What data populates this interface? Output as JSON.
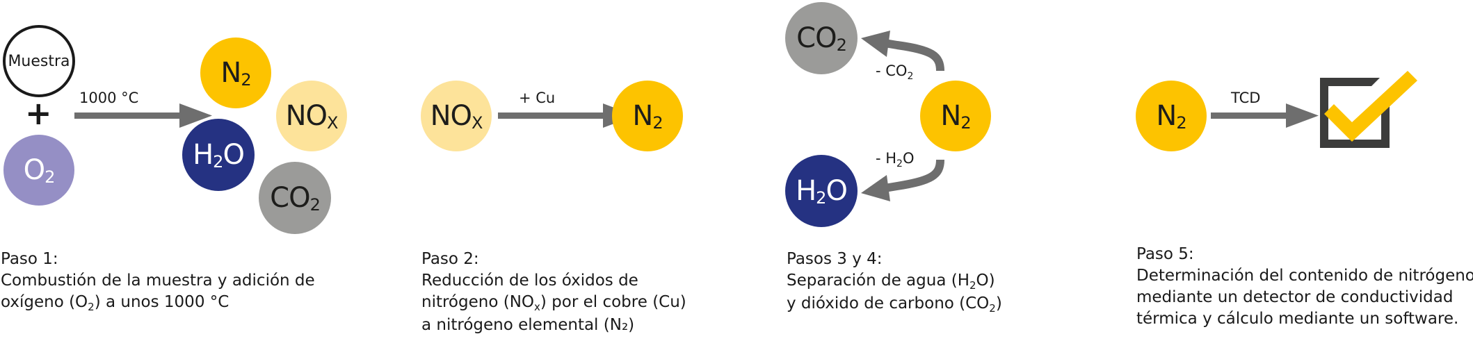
{
  "step1": {
    "sample": "Muestra",
    "plus": "+",
    "o2": {
      "base": "O",
      "sub": "2"
    },
    "arrow_label": "1000 °C",
    "n2": {
      "base": "N",
      "sub": "2"
    },
    "nox": {
      "base": "NO",
      "sub": "X"
    },
    "h2o": {
      "a": "H",
      "sub": "2",
      "b": "O"
    },
    "co2": {
      "base": "CO",
      "sub": "2"
    },
    "title": "Paso 1:",
    "line1": "Combustión de la muestra y adición de",
    "line2a": "oxígeno (O",
    "line2sub": "2",
    "line2b": ") a unos 1000 °C"
  },
  "step2": {
    "nox": {
      "base": "NO",
      "sub": "X"
    },
    "arrow_label": "+ Cu",
    "n2": {
      "base": "N",
      "sub": "2"
    },
    "title": "Paso 2:",
    "line1": "Reducción de los óxidos de",
    "line2a": "nitrógeno (NO",
    "line2sub": "x",
    "line2b": ") por el cobre (Cu)",
    "line3": "a nitrógeno elemental (N₂)"
  },
  "step34": {
    "co2": {
      "base": "CO",
      "sub": "2"
    },
    "n2": {
      "base": "N",
      "sub": "2"
    },
    "h2o": {
      "a": "H",
      "sub": "2",
      "b": "O"
    },
    "label_co2": {
      "a": "- CO",
      "sub": "2"
    },
    "label_h2o": {
      "a": "- H",
      "sub": "2",
      "b": "O"
    },
    "title": "Pasos 3 y 4:",
    "line1a": "Separación de agua (H",
    "line1sub": "2",
    "line1b": "O)",
    "line2a": "y dióxido de carbono (CO",
    "line2sub": "2",
    "line2b": ")"
  },
  "step5": {
    "n2": {
      "base": "N",
      "sub": "2"
    },
    "arrow_label": "TCD",
    "title": "Paso 5:",
    "line1": "Determinación del contenido de nitrógeno",
    "line2": "mediante un detector de conductividad",
    "line3": "térmica y cálculo mediante un software."
  },
  "colors": {
    "n2": "#FDC300",
    "nox": "#FDE39A",
    "co2": "#9B9B99",
    "h2o": "#253282",
    "o2": "#958FC5",
    "arrow": "#6E6E6E",
    "check": "#FDC300",
    "box": "#3C3C3B"
  }
}
